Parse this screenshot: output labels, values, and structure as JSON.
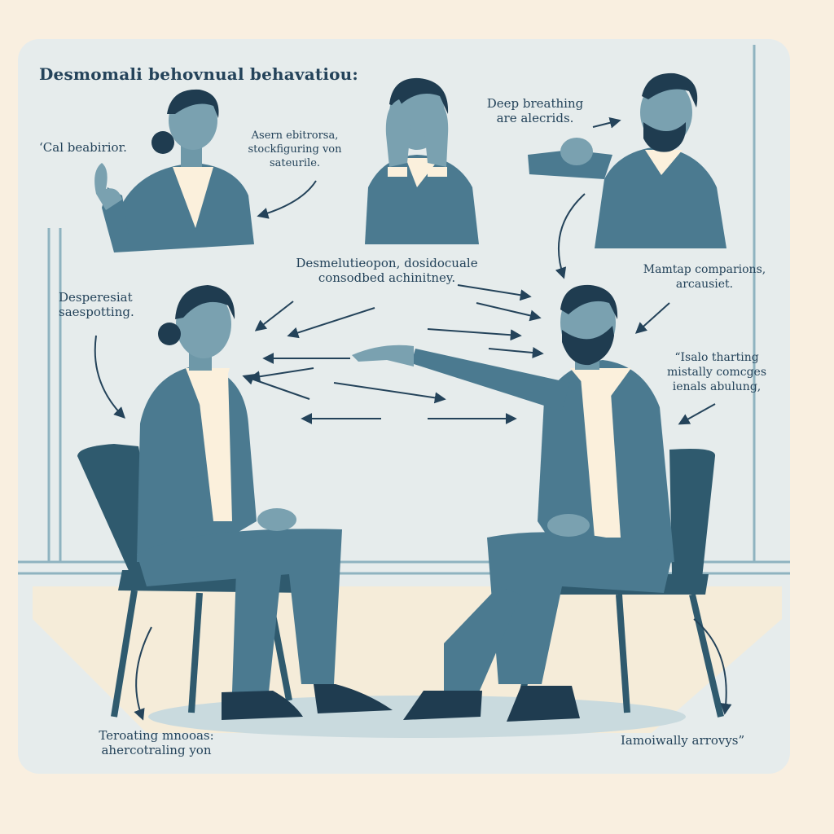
{
  "labels": {
    "title": "Desmomali   behovnual behavatiou:",
    "call_behavior": "‘Cal beabirior.",
    "assert": "Asern ebitrorsa,\nstockfiguring von\nsateurile.",
    "deep_breathing": "Deep breathing\nare alecrids.",
    "demonstration": "Desmelutieopon,  dosidocuale\nconsodbed  achinitney.",
    "maintain": "Mamtap comparions,\narcausiet.",
    "desperate": "Desperesiat\nsaespotting.",
    "talk_through": "“Isalo tharting\nmistally comcges\nienals  abulung,",
    "terminating": "Teroating mnooas:\nahercotraling yon",
    "emotionally": "Iamoiwally arrovys”"
  },
  "colors": {
    "background": "#f9efe0",
    "panel": "#e6ecec",
    "suit": "#4b7a90",
    "ink": "#24435a"
  }
}
